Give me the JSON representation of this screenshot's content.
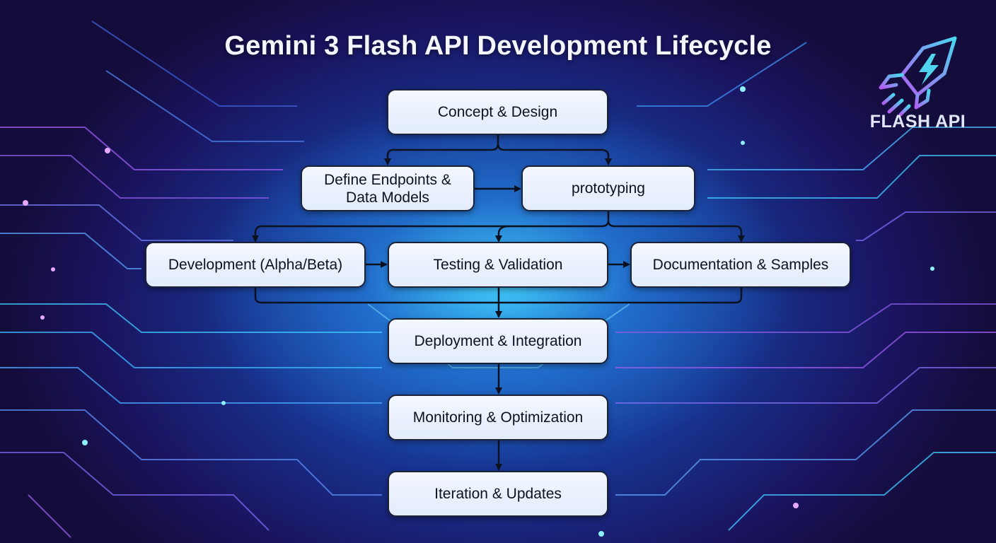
{
  "title": "Gemini 3 Flash API Development Lifecycle",
  "logo": {
    "icon": "rocket-lightning-icon",
    "label": "FLASH API"
  },
  "colors": {
    "background_dark": "#140c3a",
    "background_mid": "#17338f",
    "glow": "#46dcff",
    "node_fill": "#eef3fd",
    "node_border": "#1b2238",
    "title_text": "#f4f7ff"
  },
  "nodes": {
    "concept": "Concept & Design",
    "endpoints": "Define Endpoints & Data Models",
    "prototyping": "prototyping",
    "development": "Development (Alpha/Beta)",
    "testing": "Testing & Validation",
    "documentation": "Documentation & Samples",
    "deployment": "Deployment & Integration",
    "monitoring": "Monitoring & Optimization",
    "iteration": "Iteration & Updates"
  },
  "edges": [
    [
      "concept",
      "endpoints"
    ],
    [
      "concept",
      "prototyping"
    ],
    [
      "endpoints",
      "prototyping"
    ],
    [
      "prototyping",
      "development"
    ],
    [
      "prototyping",
      "testing"
    ],
    [
      "prototyping",
      "documentation"
    ],
    [
      "development",
      "testing"
    ],
    [
      "testing",
      "documentation"
    ],
    [
      "development",
      "deployment"
    ],
    [
      "testing",
      "deployment"
    ],
    [
      "documentation",
      "deployment"
    ],
    [
      "deployment",
      "monitoring"
    ],
    [
      "monitoring",
      "iteration"
    ]
  ]
}
